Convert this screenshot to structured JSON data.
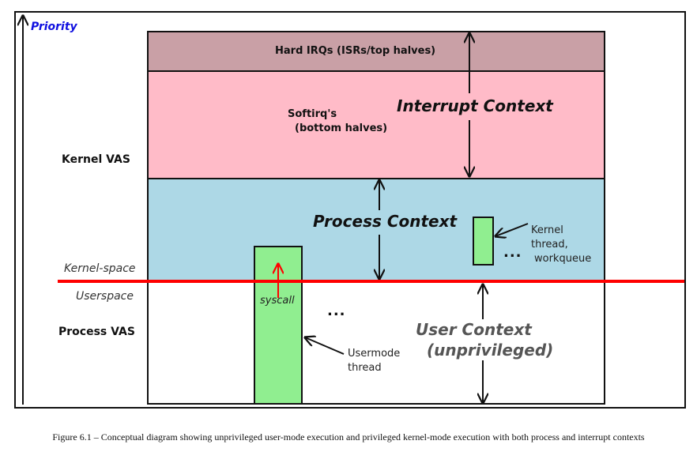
{
  "axis": {
    "label": "Priority",
    "label_color": "#1010e0"
  },
  "left_labels": {
    "kernel_vas": "Kernel VAS",
    "kernel_space": "Kernel-space",
    "userspace": "Userspace",
    "process_vas": "Process VAS"
  },
  "bands": {
    "hard_irq": {
      "label": "Hard IRQs (ISRs/top halves)",
      "color": "#c9a0a6"
    },
    "softirq": {
      "label_line1": "Softirq's",
      "label_line2": "(bottom halves)",
      "color": "#ffbbc8"
    },
    "process": {
      "color": "#add8e6"
    },
    "user": {
      "color": "#ffffff"
    }
  },
  "contexts": {
    "interrupt": "Interrupt Context",
    "process": "Process Context",
    "user_line1": "User Context",
    "user_line2": "(unprivileged)"
  },
  "threads": {
    "kernel_thread_line1": "Kernel",
    "kernel_thread_line2": "thread,",
    "kernel_thread_line3": "workqueue",
    "usermode_line1": "Usermode",
    "usermode_line2": "thread",
    "syscall": "syscall",
    "ellipsis": "...",
    "thread_color": "#90ee90"
  },
  "boundary_color": "#ff0000",
  "caption": "Figure 6.1 – Conceptual diagram showing unprivileged user-mode execution and privileged kernel-mode execution with both process and interrupt contexts"
}
